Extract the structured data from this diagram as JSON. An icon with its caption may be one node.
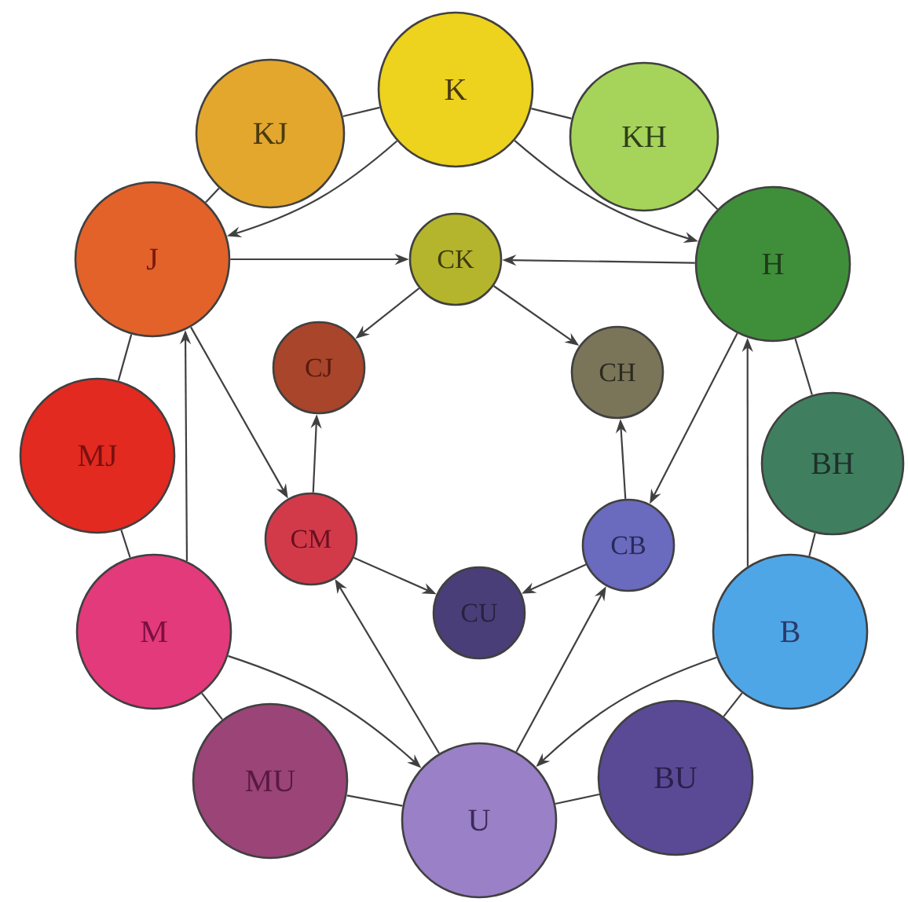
{
  "diagram": {
    "nodes": [
      {
        "text": [
          "K"
        ]
      },
      {
        "text": [
          "KJ"
        ]
      },
      {
        "text": [
          "KH"
        ]
      },
      {
        "text": [
          "J"
        ]
      },
      {
        "text": [
          "CK"
        ]
      },
      {
        "text": [
          "H"
        ]
      },
      {
        "text": [
          "CJ"
        ]
      },
      {
        "text": [
          "CH"
        ]
      },
      {
        "text": [
          "MJ"
        ]
      },
      {
        "text": [
          "BH"
        ]
      },
      {
        "text": [
          "CM"
        ]
      },
      {
        "text": [
          "CB"
        ]
      },
      {
        "text": [
          "M"
        ]
      },
      {
        "text": [
          "CU"
        ]
      },
      {
        "text": [
          "B"
        ]
      },
      {
        "text": [
          "MU"
        ]
      },
      {
        "text": [
          "U"
        ]
      },
      {
        "text": [
          "BU"
        ]
      }
    ],
    "edges": [
      {
        "from": 0,
        "to": 1,
        "arrow": "none"
      },
      {
        "from": 1,
        "to": 3,
        "arrow": "none"
      },
      {
        "from": 3,
        "to": 8,
        "arrow": "none"
      },
      {
        "from": 8,
        "to": 12,
        "arrow": "none"
      },
      {
        "from": 12,
        "to": 15,
        "arrow": "none"
      },
      {
        "from": 15,
        "to": 16,
        "arrow": "none"
      },
      {
        "from": 16,
        "to": 17,
        "arrow": "none"
      },
      {
        "from": 17,
        "to": 14,
        "arrow": "none"
      },
      {
        "from": 14,
        "to": 9,
        "arrow": "none"
      },
      {
        "from": 9,
        "to": 5,
        "arrow": "none"
      },
      {
        "from": 5,
        "to": 2,
        "arrow": "none"
      },
      {
        "from": 2,
        "to": 0,
        "arrow": "none"
      },
      {
        "from": 0,
        "to": 3,
        "arrow": "to"
      },
      {
        "from": 0,
        "to": 5,
        "arrow": "to"
      },
      {
        "from": 12,
        "to": 3,
        "arrow": "to"
      },
      {
        "from": 14,
        "to": 5,
        "arrow": "to"
      },
      {
        "from": 12,
        "to": 16,
        "arrow": "to"
      },
      {
        "from": 14,
        "to": 16,
        "arrow": "to"
      },
      {
        "from": 3,
        "to": 4,
        "arrow": "to"
      },
      {
        "from": 5,
        "to": 4,
        "arrow": "to"
      },
      {
        "from": 4,
        "to": 6,
        "arrow": "to"
      },
      {
        "from": 4,
        "to": 7,
        "arrow": "to"
      },
      {
        "from": 3,
        "to": 10,
        "arrow": "to"
      },
      {
        "from": 5,
        "to": 11,
        "arrow": "to"
      },
      {
        "from": 10,
        "to": 6,
        "arrow": "to"
      },
      {
        "from": 11,
        "to": 7,
        "arrow": "to"
      },
      {
        "from": 10,
        "to": 13,
        "arrow": "to"
      },
      {
        "from": 11,
        "to": 13,
        "arrow": "to"
      },
      {
        "from": 16,
        "to": 10,
        "arrow": "to"
      },
      {
        "from": 16,
        "to": 11,
        "arrow": "to"
      }
    ]
  }
}
